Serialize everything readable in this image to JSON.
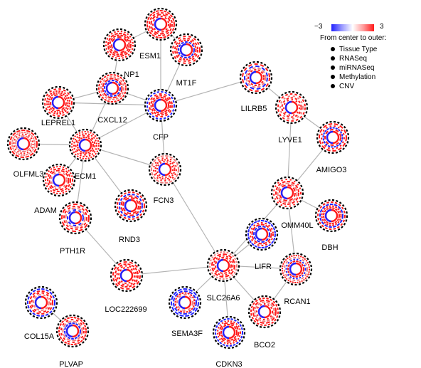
{
  "legend": {
    "scale_min": "−3",
    "scale_max": "3",
    "title": "From center to outer:",
    "items": [
      "Tissue Type",
      "RNASeq",
      "miRNASeq",
      "Methylation",
      "CNV"
    ],
    "colors": {
      "low": "#2222ff",
      "mid": "#ffffff",
      "high": "#ff1a1a"
    }
  },
  "nodes": [
    {
      "id": "ESM1",
      "label": "ESM1"
    },
    {
      "id": "TNP1",
      "label": "NP1"
    },
    {
      "id": "MT1F",
      "label": "MT1F"
    },
    {
      "id": "CXCL12",
      "label": "CXCL12"
    },
    {
      "id": "LEPREL1",
      "label": "LEPREL1"
    },
    {
      "id": "CFP",
      "label": "CFP"
    },
    {
      "id": "LILRB5",
      "label": "LILRB5"
    },
    {
      "id": "LYVE1",
      "label": "LYVE1"
    },
    {
      "id": "AMIGO3",
      "label": "AMIGO3"
    },
    {
      "id": "OLFML3",
      "label": "OLFML3"
    },
    {
      "id": "ECM1",
      "label": "ECM1"
    },
    {
      "id": "ADAM",
      "label": "ADAM"
    },
    {
      "id": "FCN3",
      "label": "FCN3"
    },
    {
      "id": "RND3",
      "label": "RND3"
    },
    {
      "id": "PTH1R",
      "label": "PTH1R"
    },
    {
      "id": "TOMM40L",
      "label": "OMM40L"
    },
    {
      "id": "DBH",
      "label": "DBH"
    },
    {
      "id": "LIFR",
      "label": "LIFR"
    },
    {
      "id": "SLC26A6",
      "label": "SLC26A6"
    },
    {
      "id": "RCAN1",
      "label": "RCAN1"
    },
    {
      "id": "LOC222699",
      "label": "LOC222699"
    },
    {
      "id": "SEMA3F",
      "label": "SEMA3F"
    },
    {
      "id": "BCO2",
      "label": "BCO2"
    },
    {
      "id": "COL15A1",
      "label": "COL15A"
    },
    {
      "id": "PLVAP",
      "label": "PLVAP"
    },
    {
      "id": "CDKN3",
      "label": "CDKN3"
    }
  ],
  "edges": [
    [
      "ESM1",
      "TNP1"
    ],
    [
      "ESM1",
      "MT1F"
    ],
    [
      "ESM1",
      "CFP"
    ],
    [
      "MT1F",
      "CFP"
    ],
    [
      "TNP1",
      "CXCL12"
    ],
    [
      "CXCL12",
      "CFP"
    ],
    [
      "CXCL12",
      "LEPREL1"
    ],
    [
      "CXCL12",
      "ECM1"
    ],
    [
      "LEPREL1",
      "ECM1"
    ],
    [
      "LEPREL1",
      "CFP"
    ],
    [
      "CFP",
      "ECM1"
    ],
    [
      "CFP",
      "LILRB5"
    ],
    [
      "CFP",
      "FCN3"
    ],
    [
      "LILRB5",
      "LYVE1"
    ],
    [
      "LYVE1",
      "AMIGO3"
    ],
    [
      "LYVE1",
      "TOMM40L"
    ],
    [
      "AMIGO3",
      "TOMM40L"
    ],
    [
      "OLFML3",
      "ECM1"
    ],
    [
      "ADAM",
      "ECM1"
    ],
    [
      "ECM1",
      "FCN3"
    ],
    [
      "ECM1",
      "RND3"
    ],
    [
      "ECM1",
      "PTH1R"
    ],
    [
      "FCN3",
      "SLC26A6"
    ],
    [
      "PTH1R",
      "LOC222699"
    ],
    [
      "LOC222699",
      "SLC26A6"
    ],
    [
      "SLC26A6",
      "TOMM40L"
    ],
    [
      "SLC26A6",
      "LIFR"
    ],
    [
      "SLC26A6",
      "RCAN1"
    ],
    [
      "SLC26A6",
      "SEMA3F"
    ],
    [
      "SLC26A6",
      "BCO2"
    ],
    [
      "SLC26A6",
      "CDKN3"
    ],
    [
      "TOMM40L",
      "RCAN1"
    ],
    [
      "RCAN1",
      "BCO2"
    ],
    [
      "TOMM40L",
      "DBH"
    ],
    [
      "COL15A1",
      "PLVAP"
    ]
  ]
}
